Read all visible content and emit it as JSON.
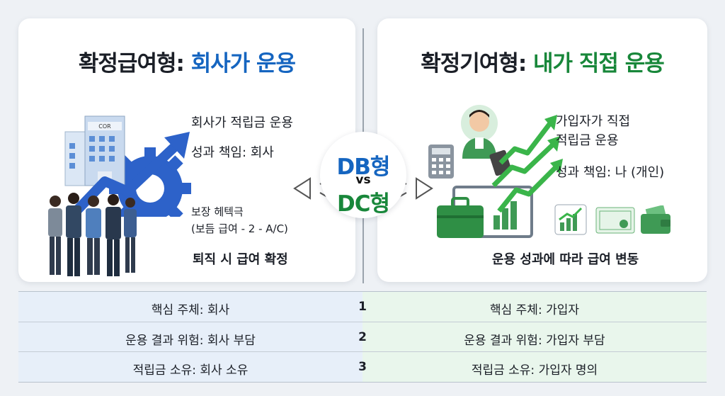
{
  "left": {
    "title_prefix": "확정급여형:",
    "title_highlight": "회사가 운용",
    "building_sign": "COR",
    "line1": "회사가 적립금 운용",
    "line2": "성과 책임: 회사",
    "note_line1": "보장 헤텍극",
    "note_line2": "(보듬 급여 - 2 - A/C)",
    "footer": "퇴직 시 급여 확정"
  },
  "right": {
    "title_prefix": "확정기여형:",
    "title_highlight": "내가 직접 운용",
    "line1a": "가입자가 직접",
    "line1b": "적립금 운용",
    "line2": "성과 책임: 나 (개인)",
    "footer": "운용 성과에 따라 급여 변동"
  },
  "center": {
    "db": "DB형",
    "vs": "vs",
    "dc": "DC형"
  },
  "table": {
    "rows": [
      {
        "left": "핵심 주체: 회사",
        "num": "1",
        "right": "핵심 주체: 가입자"
      },
      {
        "left": "운용 결과 위험: 회사 부담",
        "num": "2",
        "right": "운용 결과 위험: 가입자 부담"
      },
      {
        "left": "적립금 소유: 회사 소유",
        "num": "3",
        "right": "적립금 소유: 가입자 명의"
      }
    ]
  },
  "colors": {
    "db_blue": "#1565c0",
    "dc_green": "#18873a"
  },
  "icons": [
    "office-building-icon",
    "gear-icon",
    "arrow-up-icon",
    "business-people-icon",
    "person-with-tablet-icon",
    "calculator-icon",
    "briefcase-icon",
    "growth-chart-icon",
    "certificate-icon",
    "wallet-icon",
    "double-arrow-icon"
  ]
}
